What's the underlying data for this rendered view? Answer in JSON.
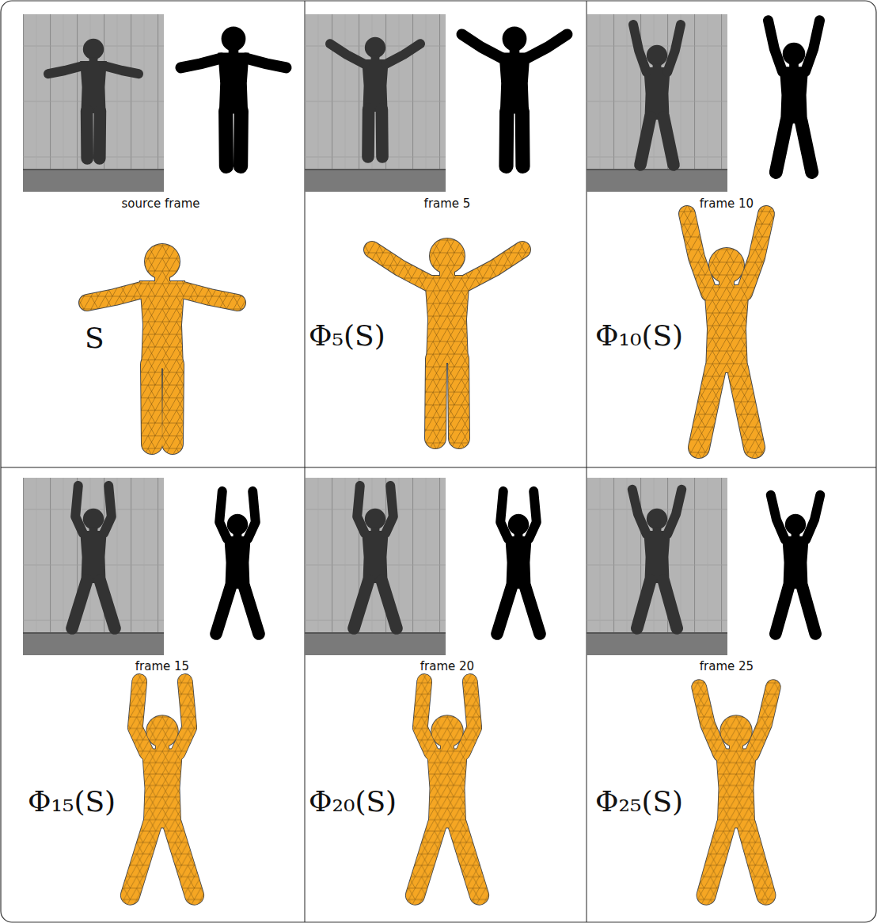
{
  "diagram": {
    "labels": [
      "source frame",
      "frame 5",
      "frame 10",
      "S",
      "Φ₅(S)",
      "Φ₁₀(S)",
      "frame 15",
      "frame 20",
      "frame 25",
      "Φ₁₅(S)",
      "Φ₂₀(S)",
      "Φ₂₅(S)"
    ]
  }
}
